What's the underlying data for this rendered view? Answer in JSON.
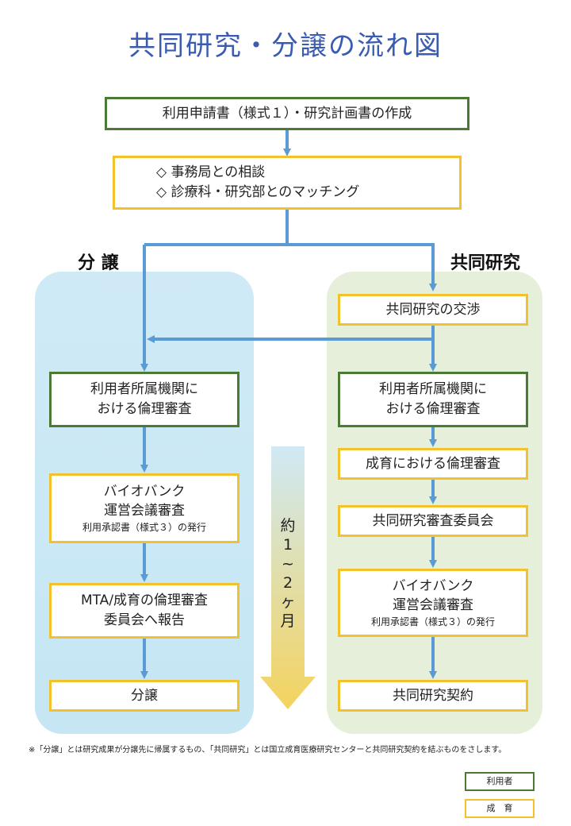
{
  "title": "共同研究・分譲の流れ図",
  "step1": "利用申請書（様式１）・研究計画書の作成",
  "consult": [
    "◇ 事務局との相談",
    "◇ 診療科・研究部とのマッチング"
  ],
  "left_heading": "分 譲",
  "right_heading": "共同研究",
  "left": {
    "ethics": [
      "利用者所属機関に",
      "おける倫理審査"
    ],
    "biobank": [
      "バイオバンク",
      "運営会議審査"
    ],
    "biobank_note": "利用承認書（様式３）の発行",
    "mta": [
      "MTA/成育の倫理審査",
      "委員会へ報告"
    ],
    "final": "分譲"
  },
  "right": {
    "negotiate": "共同研究の交渉",
    "ethics": [
      "利用者所属機関に",
      "おける倫理審査"
    ],
    "seiiku_ethics": "成育における倫理審査",
    "committee": "共同研究審査委員会",
    "biobank": [
      "バイオバンク",
      "運営会議審査"
    ],
    "biobank_note": "利用承認書（様式３）の発行",
    "final": "共同研究契約"
  },
  "duration": [
    "約",
    "1",
    "~",
    "2",
    "ヶ",
    "月"
  ],
  "footnote": "※「分譲」とは研究成果が分譲先に帰属するもの、「共同研究」とは国立成育医療研究センターと共同研究契約を結ぶものをさします。",
  "legend": [
    {
      "label": "利用者",
      "color": "#4a7a35"
    },
    {
      "label": "成　育",
      "color": "#f2c12e"
    }
  ],
  "colors": {
    "arrow": "#5b9bd5",
    "green": "#4a7a35",
    "yellow": "#f2c12e",
    "title": "#3a5bb0"
  }
}
